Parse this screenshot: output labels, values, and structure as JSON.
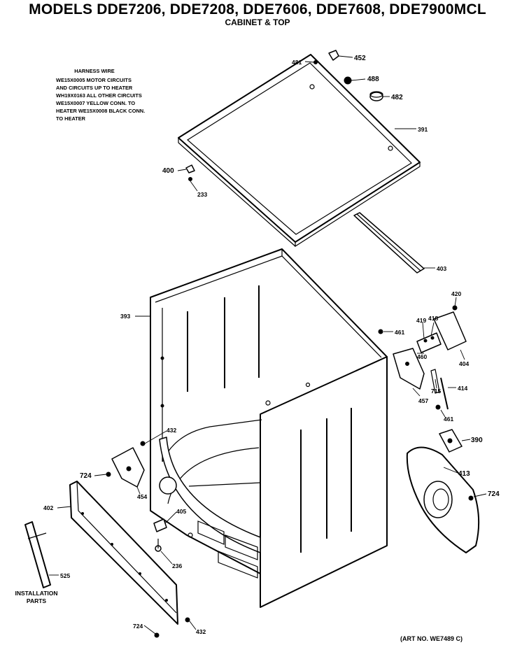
{
  "header": {
    "title": "MODELS DDE7206, DDE7208, DDE7606, DDE7608, DDE7900MCL",
    "subtitle": "CABINET & TOP"
  },
  "harness_note": {
    "heading": "HARNESS WIRE",
    "lines": [
      "WE15X0005 MOTOR CIRCUITS",
      "AND CIRCUITS UP TO HEATER",
      "WH19X0163 ALL OTHER CIRCUITS",
      "WE15X0007 YELLOW CONN. TO",
      "HEATER WE15X0008 BLACK CONN.",
      "TO HEATER"
    ]
  },
  "parts": {
    "p481_top": "481",
    "p452": "452",
    "p488": "488",
    "p482": "482",
    "p391": "391",
    "p400": "400",
    "p233": "233",
    "p403": "403",
    "p393": "393",
    "p420": "420",
    "p419": "419",
    "p418": "418",
    "p461_mid": "461",
    "p460": "460",
    "p404": "404",
    "p715": "715",
    "p414": "414",
    "p457": "457",
    "p461_low": "461",
    "p390": "390",
    "p413": "413",
    "p724_right": "724",
    "p432_left": "432",
    "p724_left": "724",
    "p454": "454",
    "p402": "402",
    "p405": "405",
    "p236": "236",
    "p525": "525",
    "p724_bottom": "724",
    "p432_bottom": "432"
  },
  "installation_label": [
    "INSTALLATION",
    "PARTS"
  ],
  "art_number": "(ART NO. WE7489 C)"
}
